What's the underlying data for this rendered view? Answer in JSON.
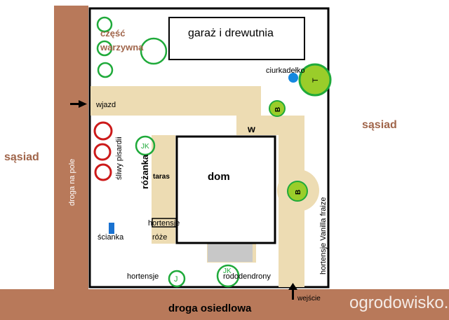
{
  "labels": {
    "neighbor_left": "sąsiad",
    "neighbor_right": "sąsiad",
    "field_road": "droga na pole",
    "estate_road": "droga osiedlowa",
    "garage": "garaż i drewutnia",
    "fountain": "ciurkadełko",
    "vegetable_part_line1": "część",
    "vegetable_part_line2": "warzywna",
    "driveway": "wjazd",
    "w_marker": "w",
    "plum_trees": "śliwy pisardii",
    "rose_bed": "różanka",
    "terrace": "taras",
    "house": "dom",
    "hydrangeas_roses": "hortensje",
    "roses": "róże",
    "wall": "ścianka",
    "vanilla_hydrangeas": "hortensje Vanilla fraize",
    "hydrangeas_bottom": "hortensje",
    "rhododendrons": "rododendrony",
    "entrance": "wejście",
    "watermark": "ogrodowisko.pl"
  },
  "tree_marks": {
    "t": "T",
    "b_top": "B",
    "b_round": "B",
    "jk_rosebed": "JK",
    "jk_bottom": "JK",
    "j_bottom": "J"
  },
  "colors": {
    "road": "#b8795a",
    "path": "#eddcb3",
    "tree_outline": "#1faa3a",
    "tree_fill": "#9acd2a",
    "plum_outline": "#cc1a1a",
    "fountain": "#1588e0",
    "wall": "#1a72d0",
    "label_brown": "#a0654a",
    "paving": "#c8c8c8"
  }
}
